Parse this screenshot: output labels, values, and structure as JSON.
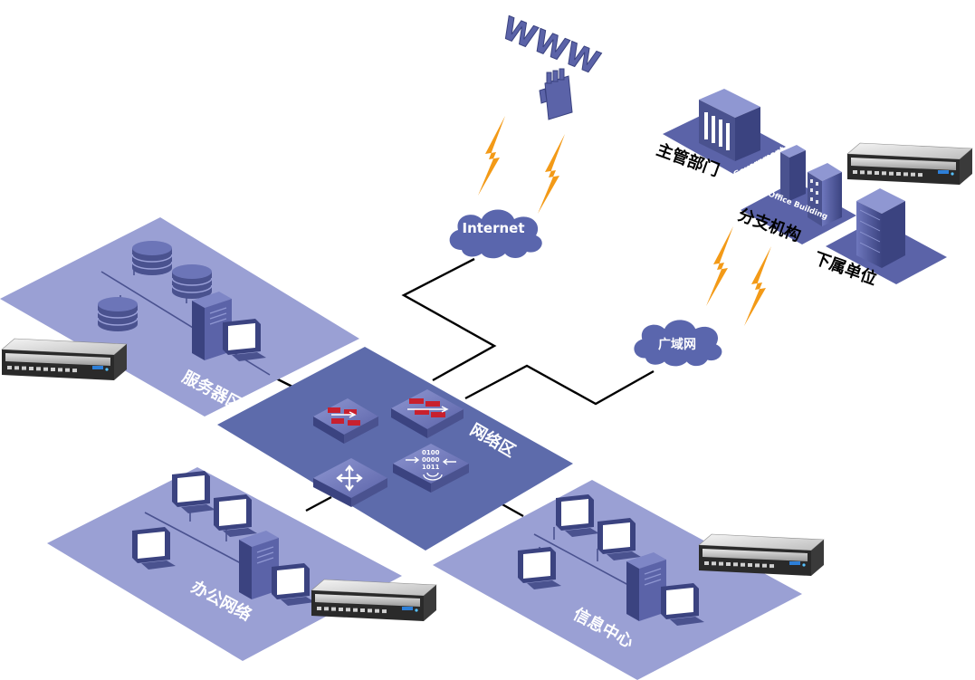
{
  "zones": {
    "server": "服务器区",
    "network": "网络区",
    "office": "办公网络",
    "info": "信息中心"
  },
  "clouds": {
    "internet": "Internet",
    "wan": "广域网"
  },
  "www": "WWW",
  "buildings": {
    "government_tag": "Government",
    "office_building_tag": "Office Building",
    "label_main": "主管部门",
    "label_branch": "分支机构",
    "label_sub": "下属单位"
  },
  "device_text": {
    "binary": [
      "0100",
      "0000",
      "1011"
    ]
  },
  "colors": {
    "zone": "#9aa0d4",
    "network_zone": "#5d6bab",
    "device": "#5b63a8",
    "device_dark": "#3b4380",
    "cloud": "#5a66ad",
    "lightning": "#f39a17",
    "line": "#000000"
  },
  "icons": [
    "database-icon",
    "server-tower-icon",
    "monitor-icon",
    "rack-server-icon",
    "firewall-icon",
    "router-icon",
    "lightning-icon",
    "cloud-icon",
    "building-icon",
    "www-icon"
  ]
}
